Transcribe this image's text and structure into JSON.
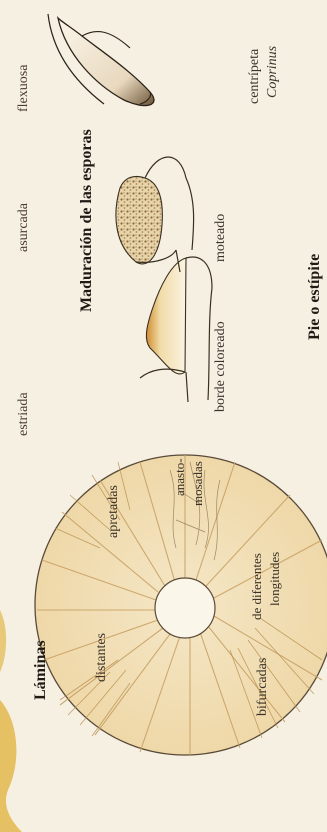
{
  "laminas": {
    "title": "Láminas",
    "labels": {
      "distantes": "distantes",
      "apretadas": "apretadas",
      "anastomosadas_1": "anasto-",
      "anastomosadas_2": "mosadas",
      "longitudes_1": "de diferentes",
      "longitudes_2": "longitudes",
      "bifurcadas": "bifurcadas"
    }
  },
  "pie": {
    "title": "Pie o estípite",
    "types": [
      "estriada",
      "asurcada",
      "flexuosa"
    ]
  },
  "maduracion": {
    "title": "Maduración de las esporas",
    "types": [
      "borde coloreado",
      "moteado",
      "centrípeta"
    ],
    "genus": "Coprinus"
  },
  "colors": {
    "paper": "#f6f0e3",
    "ink": "#2b241c",
    "gill_tan": "#c9a266",
    "spore_brown": "#8a5a2b",
    "accent_yellow": "#e3b84c"
  }
}
